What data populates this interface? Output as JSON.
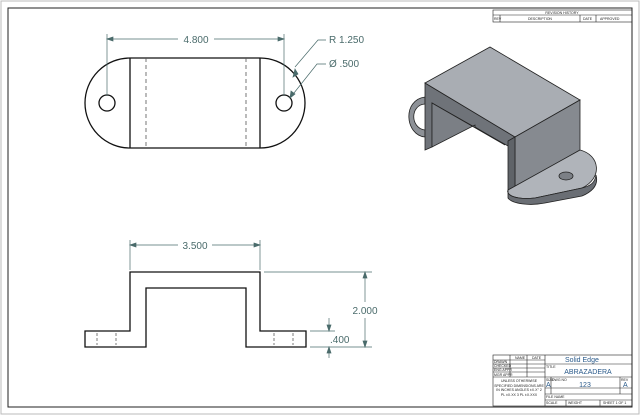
{
  "drawing": {
    "dimensions": {
      "top_width": "4.800",
      "radius": "R 1.250",
      "hole_diameter": "Ø .500",
      "front_width": "3.500",
      "height": "2.000",
      "flange_thickness": ".400"
    },
    "revision_block": {
      "title": "REVISION HISTORY",
      "columns": [
        "REV",
        "DESCRIPTION",
        "DATE",
        "APPROVED"
      ]
    },
    "title_block": {
      "company": "Solid Edge",
      "title": "ABRAZADERA",
      "dwg_no": "123",
      "size": "A",
      "rev": "A",
      "labels": [
        "NAME",
        "DATE",
        "DRAWN",
        "CHECKED",
        "ENG APPR",
        "MGR APPR",
        "TITLE",
        "SIZE",
        "DWG NO",
        "REV",
        "FILE NAME",
        "SCALE",
        "WEIGHT",
        "SHEET 1 OF 1"
      ],
      "notes": "UNLESS OTHERWISE SPECIFIED DIMENSIONS ARE IN INCHES ANGLES ±X.X° 2 PL ±X.XX 3 PL ±X.XXX"
    },
    "colors": {
      "dimension": "#4a6b6b",
      "line": "#111111",
      "iso_top": "#a9adb3",
      "iso_side": "#7e8288",
      "iso_dark": "#5f6368"
    }
  }
}
